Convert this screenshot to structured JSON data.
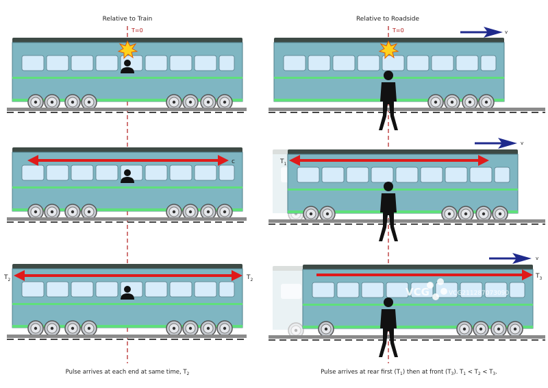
{
  "left_panel": {
    "title": "Relative to Train",
    "time_marker": "T=0",
    "arrow_label_mid": "c",
    "end_label_left_base": "T",
    "end_label_left_sub": "2",
    "end_label_right_base": "T",
    "end_label_right_sub": "2",
    "caption_main": "Pulse arrives at each end at same time, T",
    "caption_sub": "2"
  },
  "right_panel": {
    "title": "Relative to Roadside",
    "time_marker": "T=0",
    "velocity_label": "v",
    "t1_base": "T",
    "t1_sub": "1",
    "t3_base": "T",
    "t3_sub": "3",
    "caption_p1": "Pulse arrives at rear first (T",
    "caption_s1": "1",
    "caption_p2": ") then at front (T",
    "caption_s2": "3",
    "caption_p3": "). T",
    "caption_s3": "1",
    "caption_p4": " < T",
    "caption_s4": "2",
    "caption_p5": " < T",
    "caption_s5": "3",
    "caption_p6": "."
  },
  "watermark": {
    "logo_text": "VCG",
    "id_text": "VCG211287073090"
  },
  "colors": {
    "train_body": "#7fb6c2",
    "train_roof": "#3d4a45",
    "stripe": "#5fe07a",
    "window": "#d7ecfa",
    "rail": "#8a8a8a",
    "pulse_arrow": "#e01a1a",
    "velocity_arrow": "#1f2a8c",
    "time_line": "#b01a1a",
    "figure": "#111111"
  }
}
